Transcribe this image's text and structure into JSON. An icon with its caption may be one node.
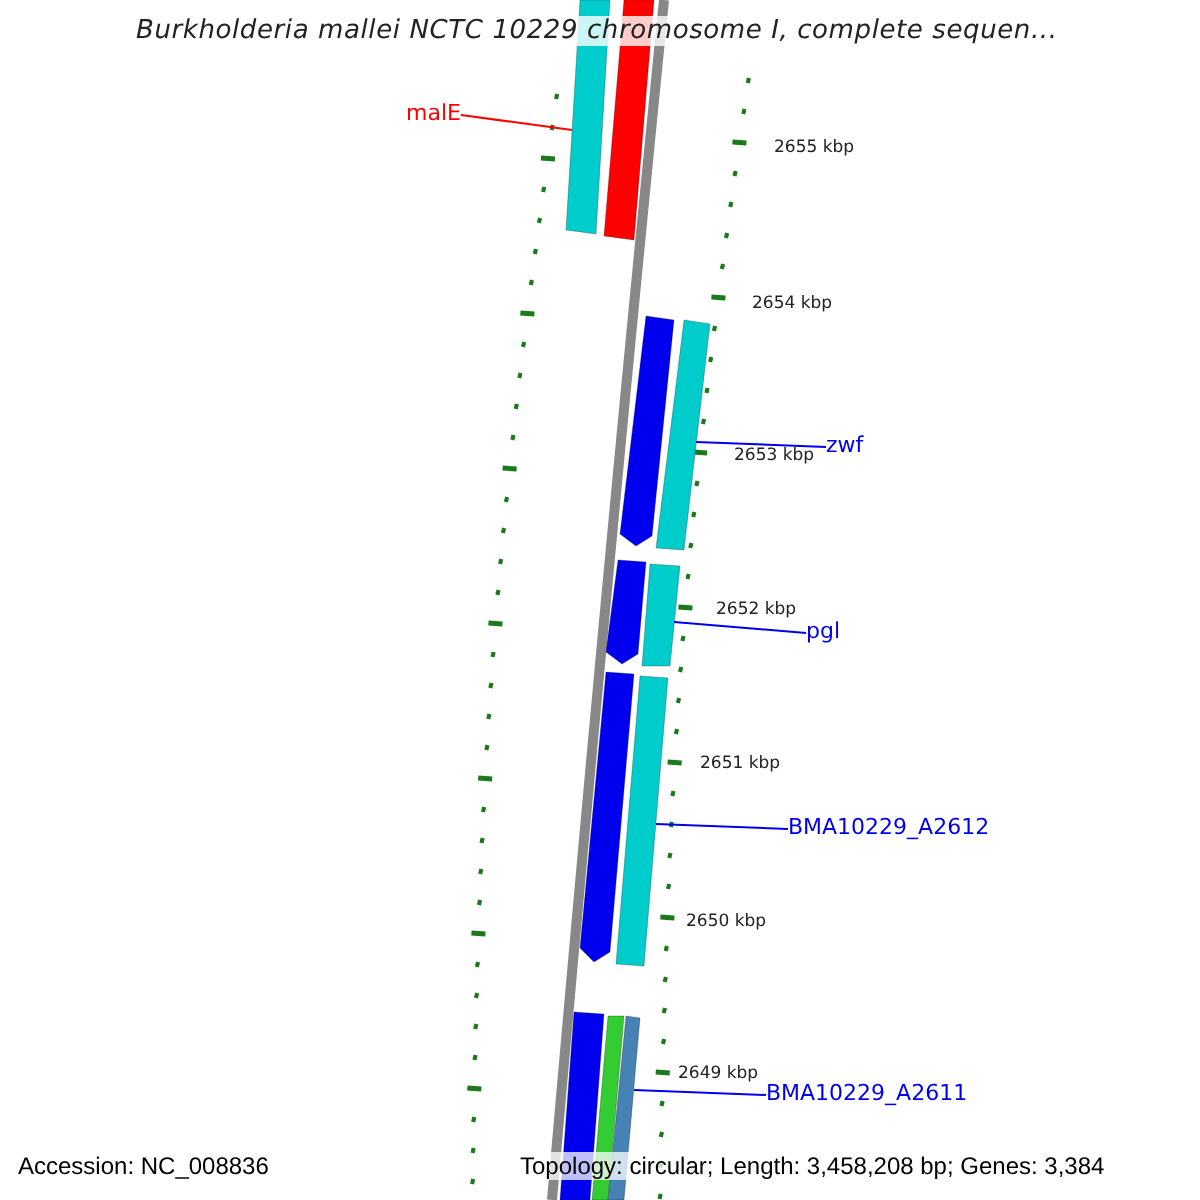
{
  "diagram": {
    "title": "Burkholderia mallei NCTC 10229 chromosome I, complete sequen...",
    "nodes": [
      {
        "text": [
          "malE"
        ]
      },
      {
        "text": [
          "zwf"
        ]
      },
      {
        "text": [
          "pgl"
        ]
      },
      {
        "text": [
          "BMA10229_A2612"
        ]
      },
      {
        "text": [
          "BMA10229_A2611"
        ]
      },
      {
        "text": [],
        "shape": "bar"
      },
      {
        "text": [],
        "shape": "bar"
      },
      {
        "text": [],
        "shape": "bar"
      },
      {
        "text": [],
        "shape": "bar"
      },
      {
        "text": [],
        "shape": "bar"
      },
      {
        "text": [],
        "shape": "bar"
      },
      {
        "text": [],
        "shape": "bar"
      },
      {
        "text": [],
        "shape": "bar"
      },
      {
        "text": [],
        "shape": "bar"
      },
      {
        "text": [],
        "shape": "bar"
      },
      {
        "text": [],
        "shape": "bar"
      }
    ],
    "edges": [
      {
        "from": 0,
        "to": 5,
        "arrow": "none",
        "color": "#ff0000"
      },
      {
        "from": 1,
        "to": 8,
        "arrow": "none"
      },
      {
        "from": 2,
        "to": 10,
        "arrow": "none"
      },
      {
        "from": 3,
        "to": 12,
        "arrow": "none"
      },
      {
        "from": 4,
        "to": 15,
        "arrow": "none"
      }
    ],
    "labels": [
      "2655 kbp",
      "2654 kbp",
      "2653 kbp",
      "2652 kbp",
      "2651 kbp",
      "2650 kbp",
      "2649 kbp",
      "Accession: NC_008836",
      "Topology: circular; Length: 3,458,208 bp; Genes: 3,384"
    ]
  }
}
